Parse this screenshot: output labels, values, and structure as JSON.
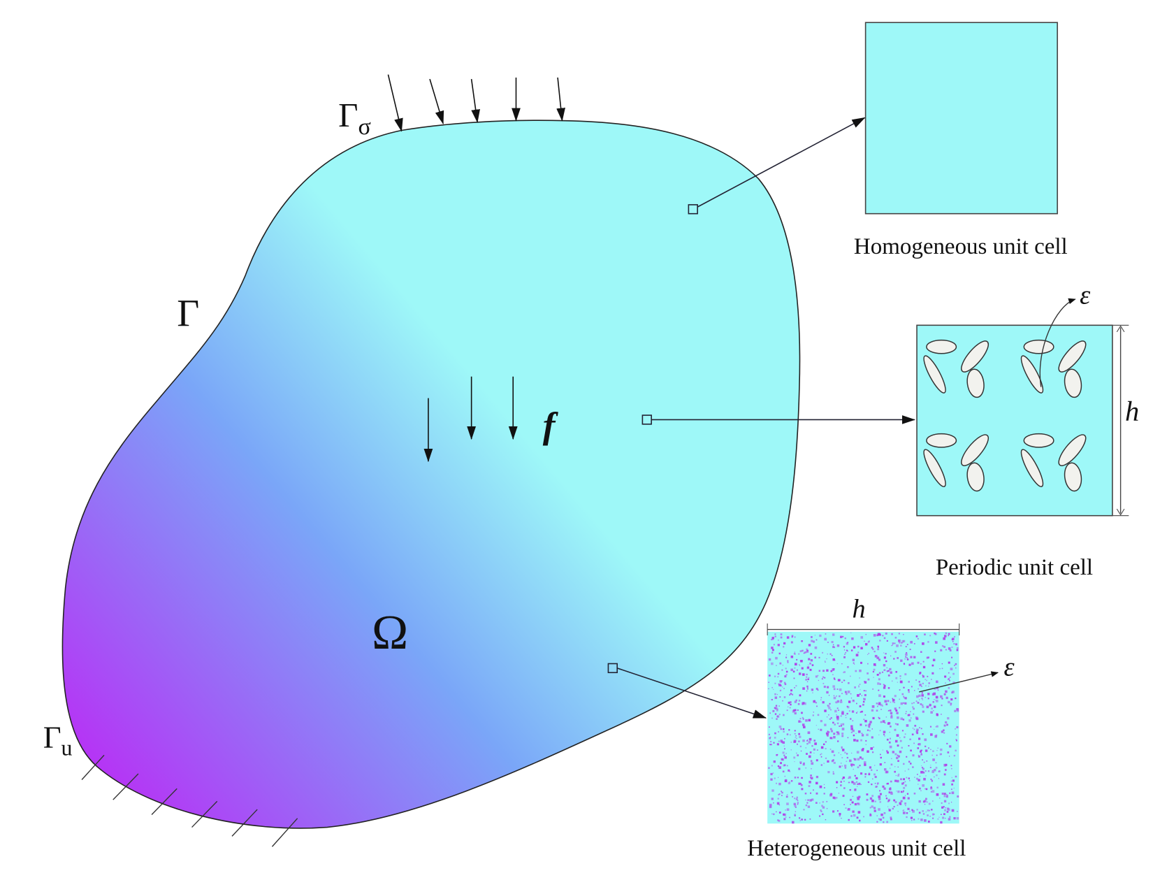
{
  "domain": {
    "region_symbol": "Ω",
    "boundary_symbol": "Γ",
    "traction_boundary": {
      "base": "Γ",
      "sub": "σ"
    },
    "displacement_boundary": {
      "base": "Γ",
      "sub": "u"
    },
    "body_force_symbol": "f"
  },
  "cells": {
    "homogeneous": {
      "caption": "Homogeneous unit cell"
    },
    "periodic": {
      "caption": "Periodic unit cell",
      "size_label": "h",
      "inclusion_label": "ε"
    },
    "heterogeneous": {
      "caption": "Heterogeneous unit cell",
      "size_label": "h",
      "inclusion_label": "ε"
    }
  },
  "colors": {
    "matrix": "#9ef8f8",
    "gradient_start": "#b535f5",
    "gradient_mid": "#7aa6f8",
    "inclusion": "#f2f2ee",
    "particles": "#b040e8"
  }
}
